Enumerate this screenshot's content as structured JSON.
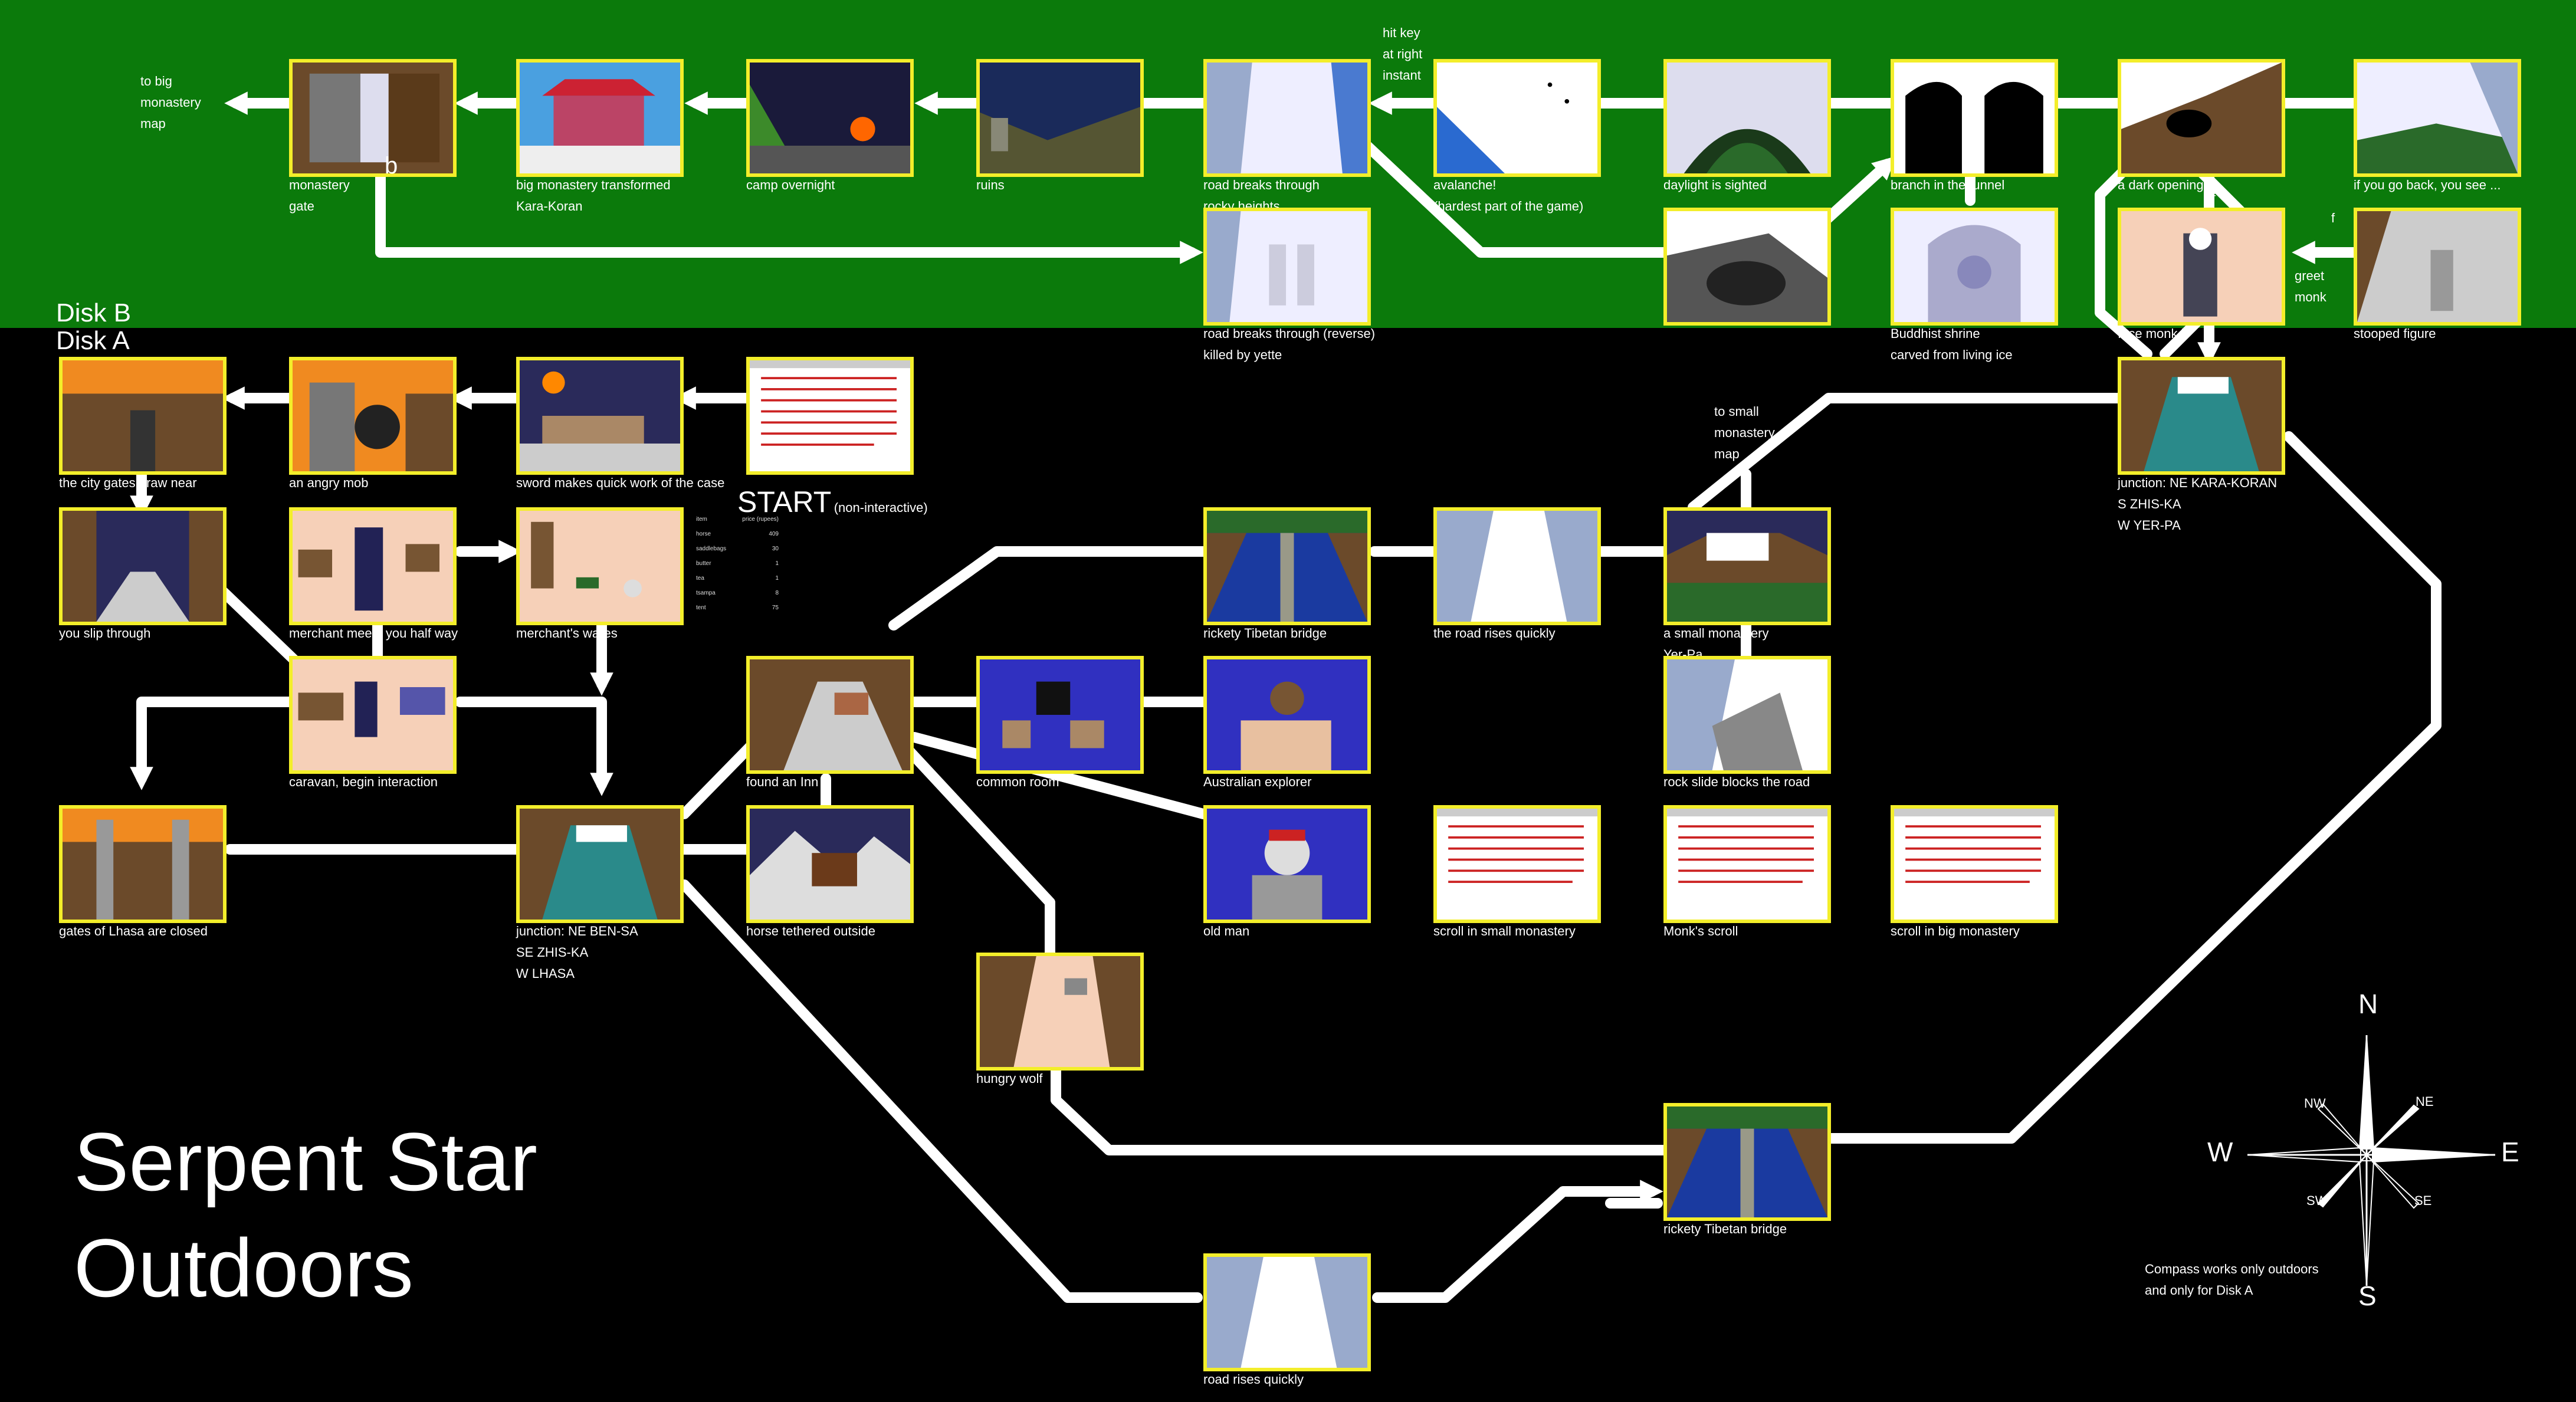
{
  "title": [
    "Serpent Star",
    "Outdoors"
  ],
  "disks": {
    "b": "Disk B",
    "a": "Disk A"
  },
  "start": {
    "label": "START",
    "note": "(non-interactive)"
  },
  "colors": {
    "disk_b_bg": "#0b7a0b",
    "frame": "#f3ee2a",
    "route": "#ffffff"
  },
  "scenes": [
    {
      "id": "s1",
      "label": [
        "monastery",
        "gate"
      ],
      "icon": "monastery-gate-icon"
    },
    {
      "id": "s2",
      "label": [
        "big monastery transformed",
        "Kara-Koran"
      ],
      "icon": "pagoda-icon"
    },
    {
      "id": "s3",
      "label": [
        "camp overnight"
      ],
      "icon": "campfire-icon"
    },
    {
      "id": "s4",
      "label": [
        "ruins"
      ],
      "icon": "ruins-icon"
    },
    {
      "id": "s5",
      "label": [
        "road breaks through",
        "rocky heights"
      ],
      "icon": "cliff-icon"
    },
    {
      "id": "s6",
      "label": [
        "avalanche!",
        "(hardest part of the game)"
      ],
      "icon": "avalanche-icon"
    },
    {
      "id": "s7",
      "label": [
        "daylight is sighted"
      ],
      "icon": "cave-light-icon"
    },
    {
      "id": "s8",
      "label": [
        "branch in     the tunnel"
      ],
      "icon": "tunnel-icon"
    },
    {
      "id": "s9",
      "label": [
        "a dark     opening"
      ],
      "icon": "dark-opening-icon"
    },
    {
      "id": "s10",
      "label": [
        "if you go back, you see ..."
      ],
      "icon": "mountain-view-icon"
    },
    {
      "id": "s11",
      "label": [
        "road breaks through (reverse)",
        "killed by yette"
      ],
      "icon": "yeti-icon"
    },
    {
      "id": "s12",
      "label": [],
      "icon": "cave-exit-icon"
    },
    {
      "id": "s13",
      "label": [
        "Buddhist shrine",
        "carved from living ice"
      ],
      "icon": "ice-shrine-icon"
    },
    {
      "id": "s14",
      "label": [
        "face monk      b"
      ],
      "icon": "monk-icon"
    },
    {
      "id": "s15",
      "label": [
        "stooped figure"
      ],
      "icon": "stooped-figure-icon"
    },
    {
      "id": "s16",
      "label": [
        "the city gates     draw near"
      ],
      "icon": "city-gate-icon"
    },
    {
      "id": "s17",
      "label": [
        "an angry mob"
      ],
      "icon": "mob-icon"
    },
    {
      "id": "s18",
      "label": [
        "sword makes quick work of the case"
      ],
      "icon": "sword-case-icon"
    },
    {
      "id": "s19",
      "label": [],
      "icon": "story-scroll-icon"
    },
    {
      "id": "s20",
      "label": [
        "junction: NE KARA-KORAN",
        "S    ZHIS-KA",
        "W   YER-PA"
      ],
      "icon": "junction-icon"
    },
    {
      "id": "s21",
      "label": [
        "you slip through"
      ],
      "icon": "open-gate-icon"
    },
    {
      "id": "s22",
      "label": [
        "merchant meets     you half way"
      ],
      "icon": "merchant-icon"
    },
    {
      "id": "s23",
      "label": [
        "merchant's     wares"
      ],
      "icon": "wares-icon"
    },
    {
      "id": "s24",
      "label": [
        "rickety Tibetan bridge"
      ],
      "icon": "rope-bridge-icon"
    },
    {
      "id": "s25",
      "label": [
        "the road rises quickly"
      ],
      "icon": "road-rises-icon"
    },
    {
      "id": "s26",
      "label": [
        "a small     monastery",
        "Yer-Pa"
      ],
      "icon": "small-monastery-icon"
    },
    {
      "id": "s27",
      "label": [
        "caravan, begin interaction"
      ],
      "icon": "caravan-icon"
    },
    {
      "id": "s28",
      "label": [
        "found an Inn"
      ],
      "icon": "inn-icon"
    },
    {
      "id": "s29",
      "label": [
        "common room"
      ],
      "icon": "common-room-icon"
    },
    {
      "id": "s30",
      "label": [
        "Australian explorer"
      ],
      "icon": "explorer-icon"
    },
    {
      "id": "s31",
      "label": [
        "rock slide blocks the road"
      ],
      "icon": "rock-slide-icon"
    },
    {
      "id": "s32",
      "label": [
        "gates of Lhasa are closed"
      ],
      "icon": "closed-gate-icon"
    },
    {
      "id": "s33",
      "label": [
        "junction: NE BEN-SA",
        "SE ZHIS-KA",
        "W  LHASA"
      ],
      "icon": "junction-icon"
    },
    {
      "id": "s34",
      "label": [
        "horse tethered outside"
      ],
      "icon": "horse-icon"
    },
    {
      "id": "s35",
      "label": [
        "old man"
      ],
      "icon": "old-man-icon"
    },
    {
      "id": "s36",
      "label": [
        "scroll in small monastery"
      ],
      "icon": "scroll-icon"
    },
    {
      "id": "s37",
      "label": [
        "Monk's scroll"
      ],
      "icon": "scroll-icon"
    },
    {
      "id": "s38",
      "label": [
        "scroll in big monastery"
      ],
      "icon": "scroll-icon"
    },
    {
      "id": "s39",
      "label": [
        "hungry wolf"
      ],
      "icon": "wolf-icon"
    },
    {
      "id": "s40",
      "label": [
        "rickety Tibetan bridge"
      ],
      "icon": "rope-bridge-icon"
    },
    {
      "id": "s41",
      "label": [
        "road rises quickly"
      ],
      "icon": "road-rises-icon"
    }
  ],
  "notes": {
    "to_big_map": [
      "to big",
      "monastery",
      "map"
    ],
    "hit_key": [
      "hit key",
      "at right",
      "instant"
    ],
    "to_small_map": [
      "to small",
      "monastery",
      "map"
    ],
    "greet_monk": [
      "greet",
      "monk"
    ],
    "b_marker": "b",
    "f_marker1": "f",
    "f_marker2": "f",
    "compass_note": [
      "Compass works only outdoors",
      "and only for Disk A"
    ]
  },
  "price_list": {
    "headers": [
      "item",
      "price (rupees)"
    ],
    "rows": [
      [
        "horse",
        "409"
      ],
      [
        "saddlebags",
        "30"
      ],
      [
        "butter",
        "1"
      ],
      [
        "tea",
        "1"
      ],
      [
        "tsampa",
        "8"
      ],
      [
        "tent",
        "75"
      ]
    ]
  },
  "compass": {
    "n": "N",
    "s": "S",
    "e": "E",
    "w": "W",
    "ne": "NE",
    "nw": "NW",
    "se": "SE",
    "sw": "SW"
  }
}
